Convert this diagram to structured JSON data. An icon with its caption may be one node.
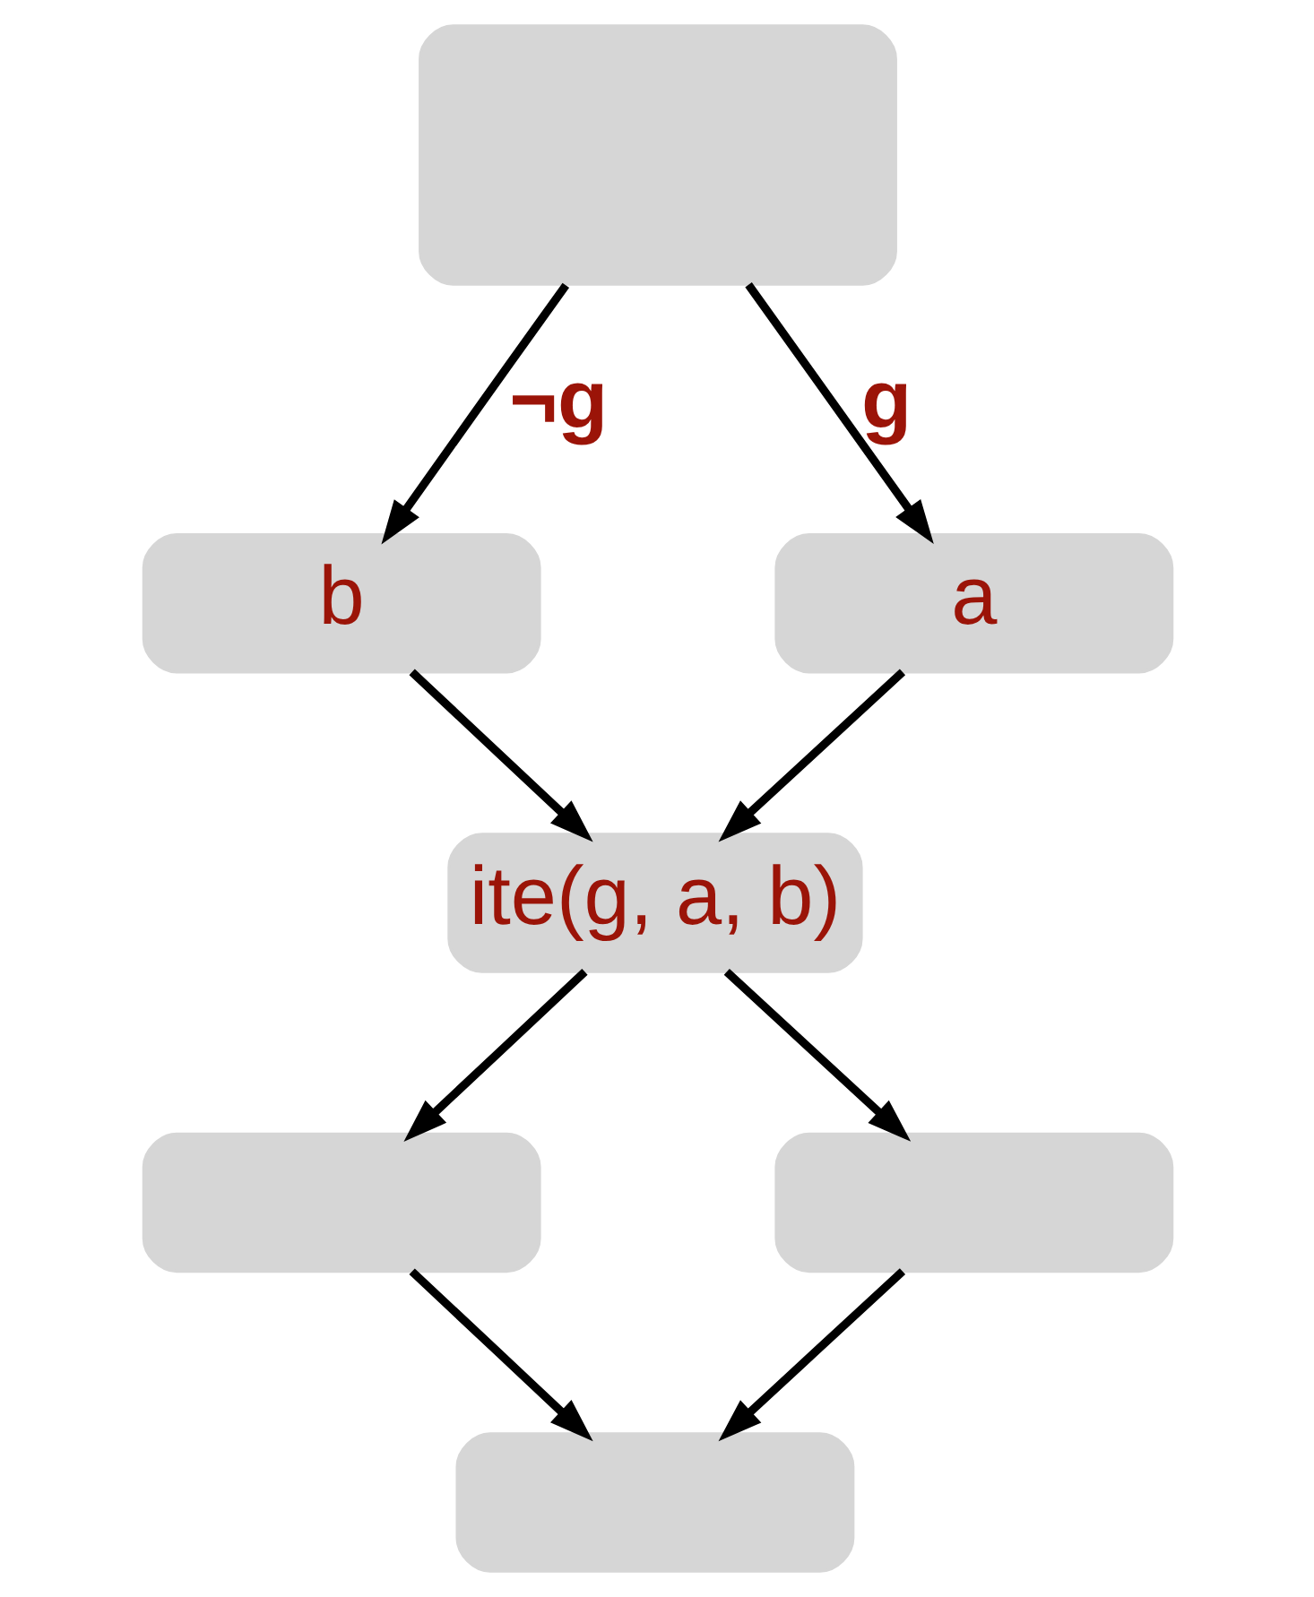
{
  "diagram": {
    "nodes": [
      {
        "text": [],
        "shape": "box"
      },
      {
        "text": [
          "b"
        ]
      },
      {
        "text": [
          "a"
        ]
      },
      {
        "text": [
          "ite(g, a, b)"
        ]
      },
      {
        "text": [],
        "shape": "box"
      },
      {
        "text": [],
        "shape": "box"
      },
      {
        "text": [],
        "shape": "box"
      }
    ],
    "edges": [
      {
        "from": 0,
        "to": 1,
        "arrow": "to",
        "label": "¬g"
      },
      {
        "from": 0,
        "to": 2,
        "arrow": "to",
        "label": "g"
      },
      {
        "from": 1,
        "to": 3,
        "arrow": "to"
      },
      {
        "from": 2,
        "to": 3,
        "arrow": "to"
      },
      {
        "from": 3,
        "to": 4,
        "arrow": "to"
      },
      {
        "from": 3,
        "to": 5,
        "arrow": "to"
      },
      {
        "from": 4,
        "to": 6,
        "arrow": "to"
      },
      {
        "from": 5,
        "to": 6,
        "arrow": "to"
      }
    ]
  }
}
